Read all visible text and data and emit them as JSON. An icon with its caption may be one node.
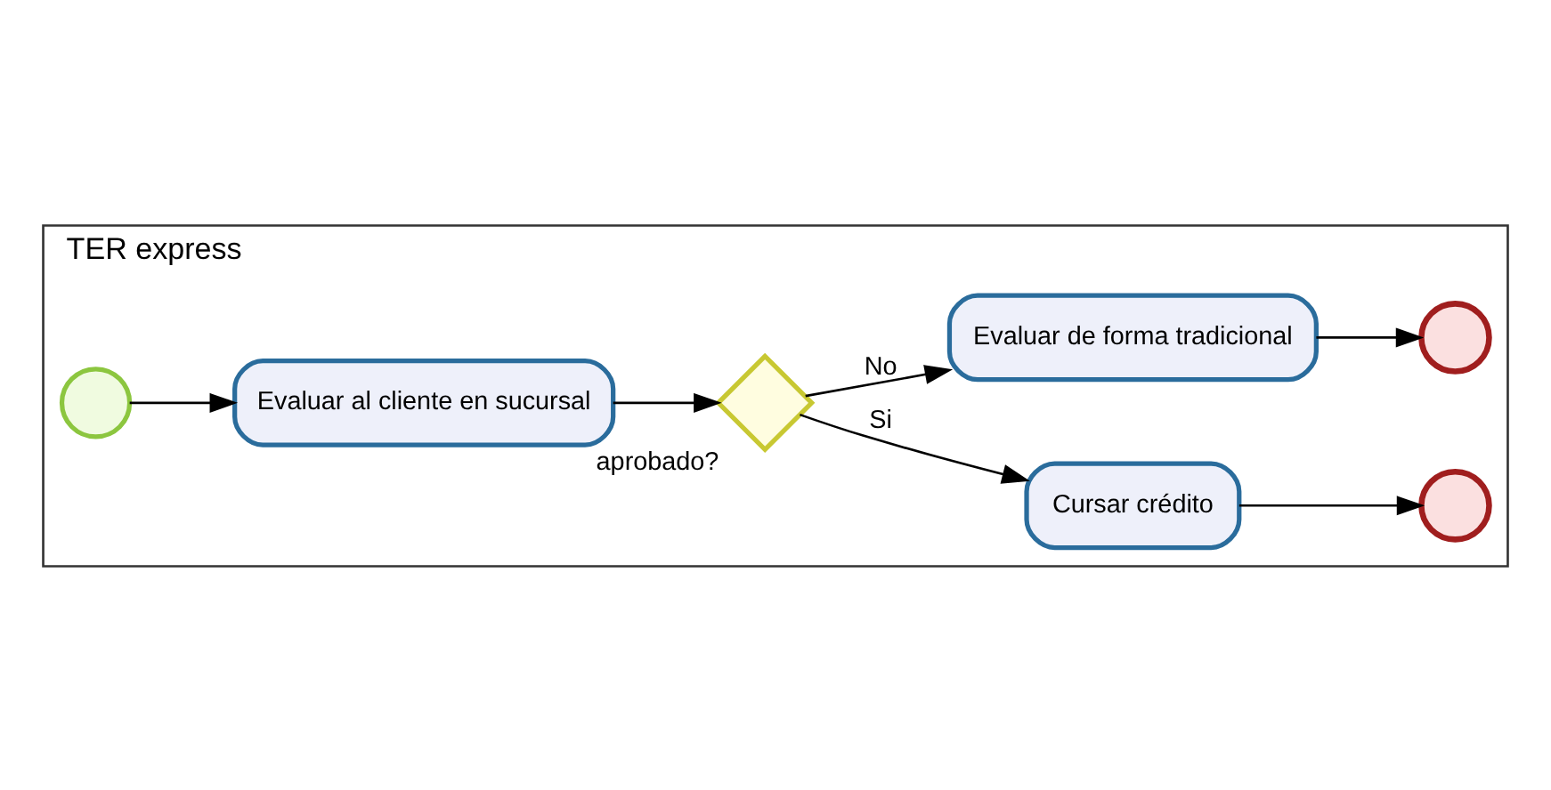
{
  "diagram": {
    "nodes": [
      {
        "text": [
          "TER express"
        ]
      },
      {
        "text": [],
        "shape": "circle",
        "in": 0
      },
      {
        "text": [
          "Evaluar al cliente en sucursal"
        ],
        "in": 0
      },
      {
        "text": [],
        "shape": "diamond",
        "beside": [
          "aprobado?"
        ],
        "in": 0
      },
      {
        "text": [
          "Cursar crédito"
        ],
        "in": 0
      },
      {
        "text": [],
        "shape": "circle",
        "in": 0
      },
      {
        "text": [
          "Evaluar de forma tradicional"
        ],
        "in": 0
      },
      {
        "text": [],
        "shape": "circle",
        "in": 0
      }
    ],
    "edges": [
      {
        "from": 1,
        "to": 2,
        "arrow": "to"
      },
      {
        "from": 2,
        "to": 3,
        "arrow": "to"
      },
      {
        "from": 3,
        "to": 4,
        "arrow": "to",
        "label": "Si"
      },
      {
        "from": 3,
        "to": 6,
        "arrow": "to",
        "label": "No"
      },
      {
        "from": 4,
        "to": 5,
        "arrow": "to"
      },
      {
        "from": 6,
        "to": 7,
        "arrow": "to"
      }
    ]
  }
}
